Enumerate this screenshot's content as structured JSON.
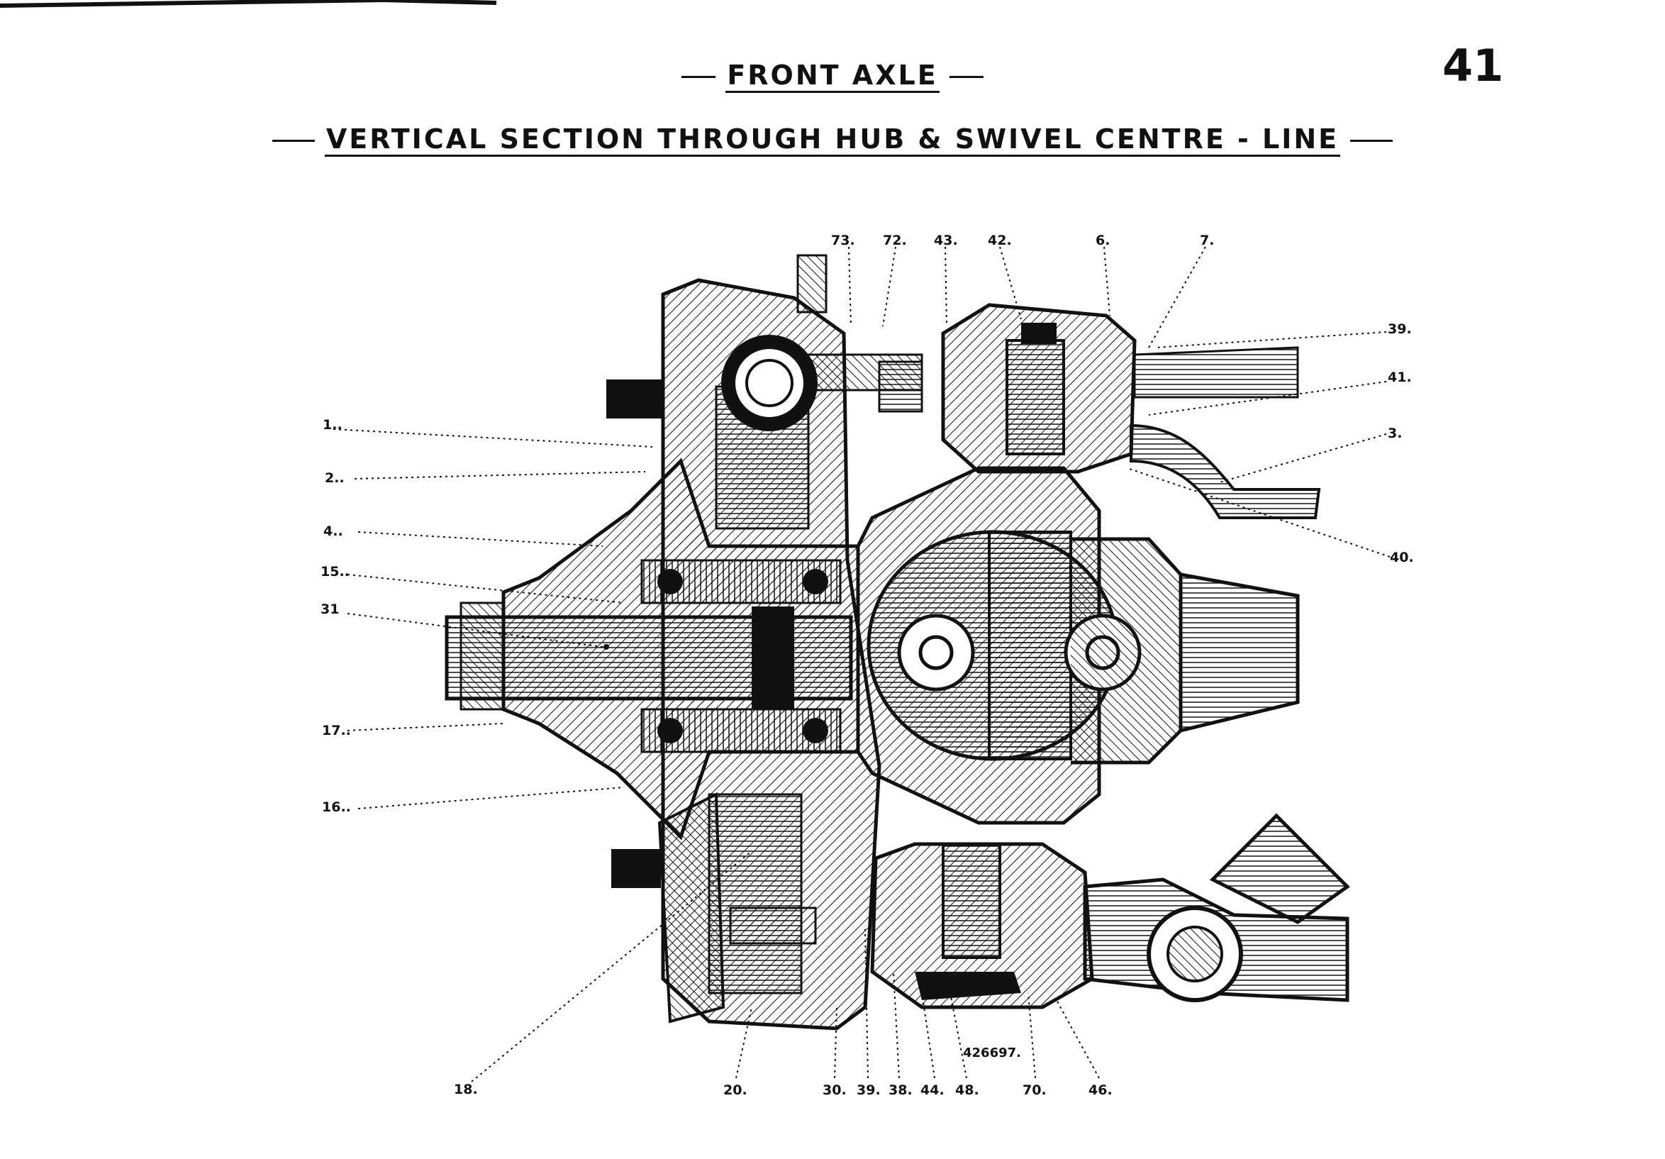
{
  "header": {
    "title": "FRONT AXLE",
    "subtitle": "VERTICAL SECTION THROUGH HUB & SWIVEL CENTRE - LINE",
    "page_number": "41"
  },
  "drawing": {
    "stamp_number": "426697.",
    "callouts": [
      {
        "id": "c1",
        "text": "1.."
      },
      {
        "id": "c2",
        "text": "2.."
      },
      {
        "id": "c4",
        "text": "4.."
      },
      {
        "id": "c15",
        "text": "15.."
      },
      {
        "id": "c31",
        "text": "31"
      },
      {
        "id": "c17",
        "text": "17.."
      },
      {
        "id": "c16",
        "text": "16.."
      },
      {
        "id": "c18",
        "text": "18."
      },
      {
        "id": "c73",
        "text": "73."
      },
      {
        "id": "c72",
        "text": "72."
      },
      {
        "id": "c43",
        "text": "43."
      },
      {
        "id": "c42",
        "text": "42."
      },
      {
        "id": "c6",
        "text": "6."
      },
      {
        "id": "c7",
        "text": "7."
      },
      {
        "id": "c39r",
        "text": "39."
      },
      {
        "id": "c41",
        "text": "41."
      },
      {
        "id": "c3",
        "text": "3."
      },
      {
        "id": "c40",
        "text": "40."
      },
      {
        "id": "c20",
        "text": "20."
      },
      {
        "id": "c30",
        "text": "30."
      },
      {
        "id": "c39b",
        "text": "39."
      },
      {
        "id": "c38",
        "text": "38."
      },
      {
        "id": "c44",
        "text": "44."
      },
      {
        "id": "c48",
        "text": "48."
      },
      {
        "id": "c70",
        "text": "70."
      },
      {
        "id": "c46",
        "text": "46."
      }
    ]
  }
}
